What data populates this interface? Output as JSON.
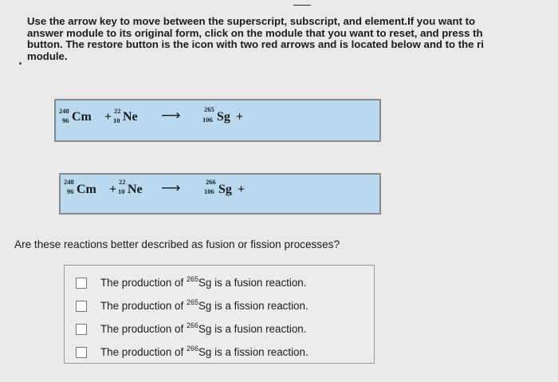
{
  "instructions": {
    "lines": [
      "Use the arrow key to move between the superscript, subscript, and element.If you want to",
      "answer module to its original form, click on the module that you want to reset, and press th",
      "button. The restore button is the icon with two red arrows and is located below and to the ri",
      "module."
    ]
  },
  "equation1": {
    "reactant1": {
      "mass": "248",
      "atomic": "96",
      "symbol": "Cm"
    },
    "plus1": "+",
    "reactant2": {
      "mass": "22",
      "atomic": "10",
      "symbol": "Ne"
    },
    "arrow": "⟶",
    "product": {
      "mass": "265",
      "atomic": "106",
      "symbol": "Sg"
    },
    "plus2": "+"
  },
  "equation2": {
    "reactant1": {
      "mass": "248",
      "atomic": "96",
      "symbol": "Cm"
    },
    "plus1": "+",
    "reactant2": {
      "mass": "22",
      "atomic": "10",
      "symbol": "Ne"
    },
    "arrow": "⟶",
    "product": {
      "mass": "266",
      "atomic": "106",
      "symbol": "Sg"
    },
    "plus2": "+"
  },
  "question": "Are these reactions better described as fusion or fission processes?",
  "options": [
    {
      "prefix": "The production of ",
      "mass": "265",
      "symbol": "Sg",
      "suffix": " is a fusion reaction."
    },
    {
      "prefix": "The production of ",
      "mass": "265",
      "symbol": "Sg",
      "suffix": " is a fission reaction."
    },
    {
      "prefix": "The production of ",
      "mass": "266",
      "symbol": "Sg",
      "suffix": " is a fusion reaction."
    },
    {
      "prefix": "The production of ",
      "mass": "266",
      "symbol": "Sg",
      "suffix": " is a fission reaction."
    }
  ]
}
